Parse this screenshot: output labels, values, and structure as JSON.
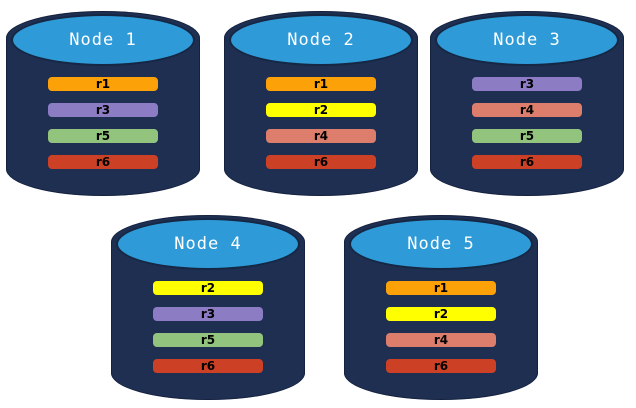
{
  "diagram": {
    "nodes": [
      {
        "label": "Node 1",
        "replicas": [
          "r1",
          "r3",
          "r5",
          "r6"
        ]
      },
      {
        "label": "Node 2",
        "replicas": [
          "r1",
          "r2",
          "r4",
          "r6"
        ]
      },
      {
        "label": "Node 3",
        "replicas": [
          "r3",
          "r4",
          "r5",
          "r6"
        ]
      },
      {
        "label": "Node 4",
        "replicas": [
          "r2",
          "r3",
          "r5",
          "r6"
        ]
      },
      {
        "label": "Node 5",
        "replicas": [
          "r1",
          "r2",
          "r4",
          "r6"
        ]
      }
    ],
    "replica_colors": {
      "r1": "#FCA108",
      "r2": "#FFFF00",
      "r3": "#8B7CC4",
      "r4": "#DC7E6B",
      "r5": "#93C47D",
      "r6": "#CC4125"
    },
    "colors": {
      "background": "#FFFFFF",
      "cylinder_body": "#1E2F52",
      "cylinder_top": "#2E9AD8",
      "cylinder_outline": "#152743",
      "bar_border": "#1E2F52",
      "bar_text": "#000000",
      "label_text": "#FFFFFF"
    }
  }
}
